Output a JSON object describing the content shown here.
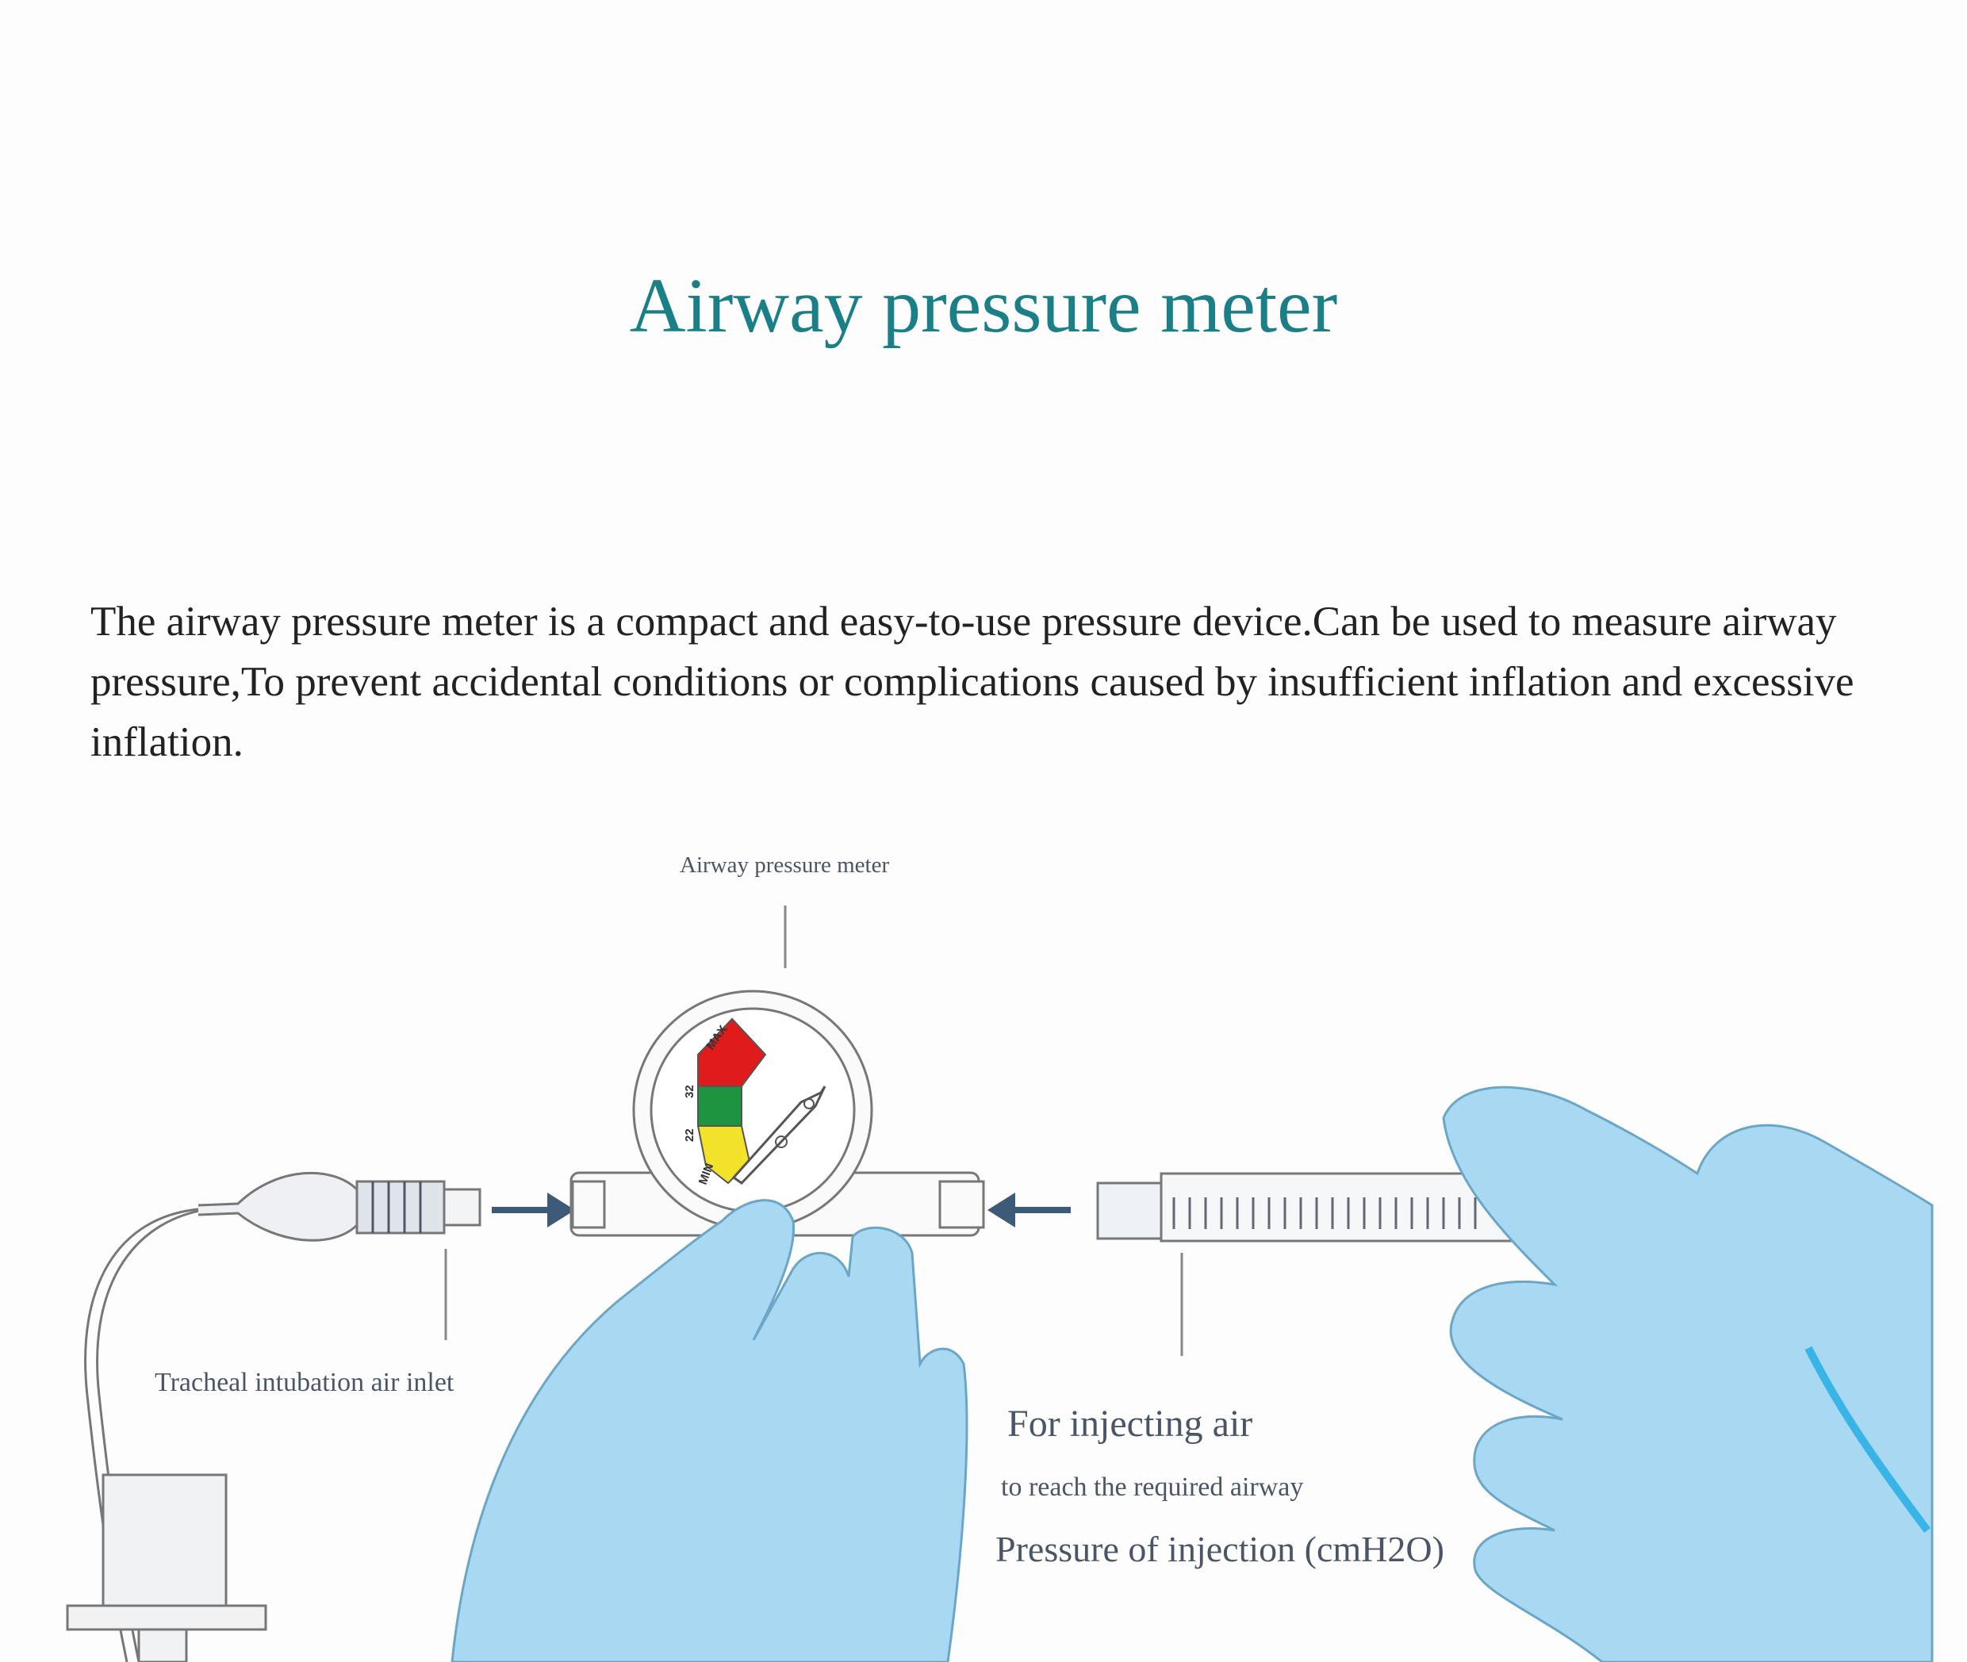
{
  "title": "Airway pressure meter",
  "intro": "The airway pressure meter is a compact and easy-to-use pressure device.Can be used to measure airway pressure,To prevent accidental conditions or complications caused by insufficient inflation and excessive inflation.",
  "labels": {
    "meter": "Airway pressure meter",
    "inlet": "Tracheal intubation air inlet",
    "inject": "For injecting air",
    "reach": "to reach the required airway",
    "pressure": "Pressure of injection (cmH2O)"
  },
  "gauge": {
    "scale": [
      "MIN",
      "22",
      "32",
      "MAX"
    ],
    "zones": [
      {
        "name": "low",
        "color": "#f2e22a"
      },
      {
        "name": "normal",
        "color": "#1f9440"
      },
      {
        "name": "high",
        "color": "#e01b1b"
      }
    ]
  },
  "colors": {
    "title": "#1a7f86",
    "glove": "#a9d8f2",
    "arrow": "#3d5a78"
  }
}
